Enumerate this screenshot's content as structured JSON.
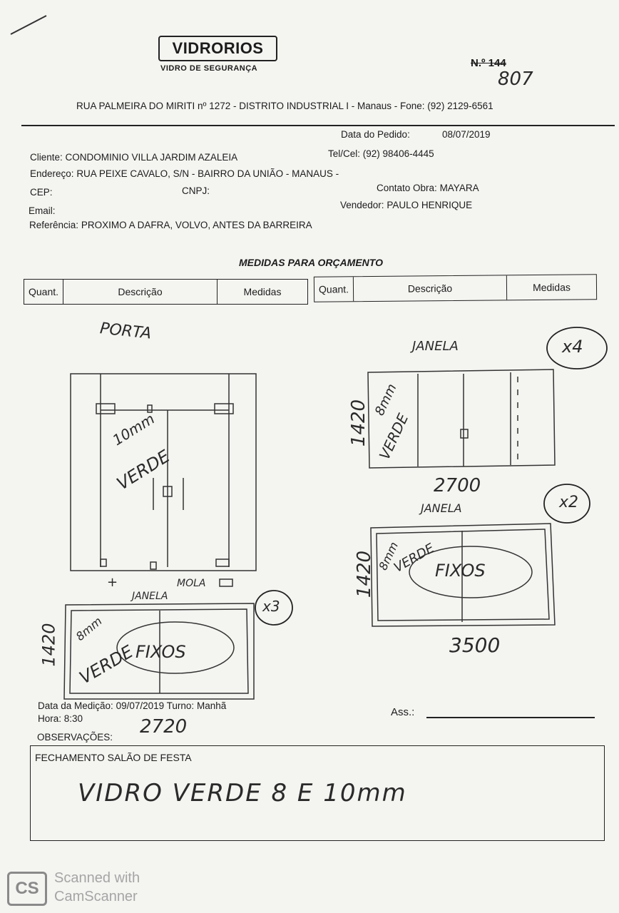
{
  "company": {
    "name": "VIDRORIOS",
    "tagline": "VIDRO DE SEGURANÇA",
    "address": "RUA PALMEIRA DO MIRITI nº 1272 - DISTRITO INDUSTRIAL I - Manaus - Fone: (92) 2129-6561",
    "number_printed": "N.º 144",
    "number_handwritten": "807"
  },
  "order": {
    "date_label": "Data do Pedido:",
    "date_value": "08/07/2019",
    "client_label": "Cliente:",
    "client_value": "CONDOMINIO VILLA JARDIM AZALEIA",
    "phone_label": "Tel/Cel:",
    "phone_value": "(92) 98406-4445",
    "address_label": "Endereço:",
    "address_value": "RUA PEIXE CAVALO, S/N - BAIRRO DA UNIÃO - MANAUS -",
    "cep_label": "CEP:",
    "cnpj_label": "CNPJ:",
    "contact_label": "Contato Obra:",
    "contact_value": "MAYARA",
    "email_label": "Email:",
    "seller_label": "Vendedor:",
    "seller_value": "PAULO HENRIQUE",
    "reference_label": "Referência:",
    "reference_value": "PROXIMO A DAFRA, VOLVO, ANTES DA BARREIRA"
  },
  "section_title": "MEDIDAS PARA ORÇAMENTO",
  "table_headers": {
    "qty": "Quant.",
    "desc": "Descrição",
    "measures": "Medidas"
  },
  "sketches": {
    "door_label": "PORTA",
    "door_note1": "10mm",
    "door_note2": "VERDE",
    "door_mola": "MOLA",
    "window1_label": "JANELA",
    "window1_mult": "x4",
    "window1_height": "1420",
    "window1_note1": "8mm",
    "window1_note2": "VERDE",
    "window1_width": "2700",
    "window2_label": "JANELA",
    "window2_mult": "x2",
    "window2_height": "1420",
    "window2_note1": "8mm",
    "window2_note2": "VERDE",
    "window2_fixed": "FIXOS",
    "window2_width": "3500",
    "window3_label": "JANELA",
    "window3_mult": "x3",
    "window3_height": "1420",
    "window3_note1": "8mm",
    "window3_note2": "VERDE",
    "window3_fixed": "FIXOS",
    "window3_width": "2720"
  },
  "measurement": {
    "date_label": "Data da Medição:",
    "date_value": "09/07/2019",
    "shift_label": "Turno:",
    "shift_value": "Manhã",
    "time_label": "Hora:",
    "time_value": "8:30",
    "signature_label": "Ass.:"
  },
  "observations": {
    "label": "OBSERVAÇÕES:",
    "typed": "FECHAMENTO SALÃO DE FESTA",
    "handwritten": "VIDRO VERDE 8 E 10mm"
  },
  "watermark": {
    "line1": "Scanned with",
    "line2": "CamScanner",
    "logo": "CS"
  }
}
